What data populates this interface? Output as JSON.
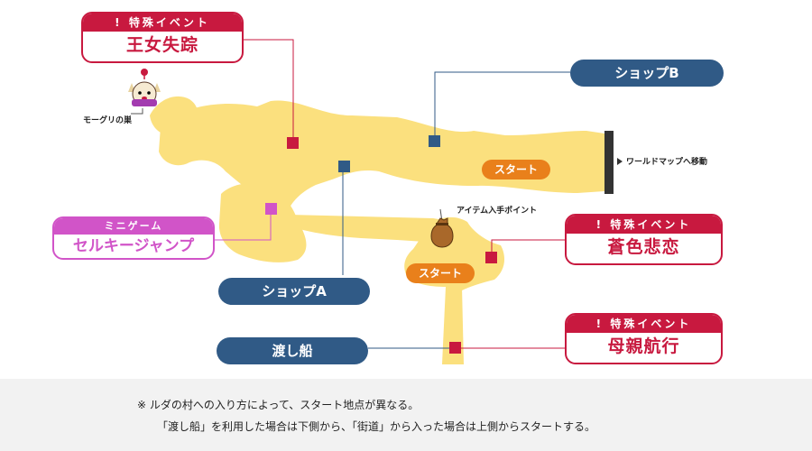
{
  "events": [
    {
      "header": "特殊イベント",
      "title": "王女失踪"
    },
    {
      "header": "特殊イベント",
      "title": "蒼色悲恋"
    },
    {
      "header": "特殊イベント",
      "title": "母親航行"
    }
  ],
  "minigame": {
    "header": "ミニゲーム",
    "title": "セルキージャンプ"
  },
  "shops": {
    "b": "ショップB",
    "a": "ショップA",
    "ferry": "渡し船"
  },
  "start_labels": [
    "スタート",
    "スタート"
  ],
  "places": {
    "moogle_nest": "モーグリの巣",
    "world_map": "ワールドマップへ移動",
    "item_point": "アイテム入手ポイント"
  },
  "notes": {
    "line1": "※ ルダの村への入り方によって、スタート地点が異なる。",
    "line2": "「渡し船」を利用した場合は下側から、「街道」から入った場合は上側からスタートする。"
  },
  "colors": {
    "path": "#fbe07e",
    "event": "#c8193f",
    "shop": "#305a86",
    "minigame": "#d154c8",
    "start": "#e9801b"
  },
  "icons": {
    "event_mark": "exclamation-icon",
    "moogle": "moogle-icon",
    "item": "item-bag-icon",
    "exit": "world-map-exit-bar"
  }
}
